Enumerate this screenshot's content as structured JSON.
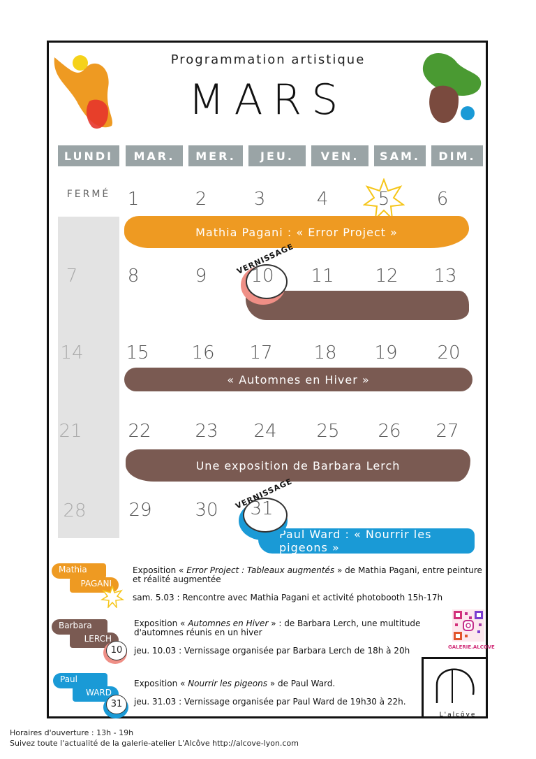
{
  "header": {
    "subtitle": "Programmation artistique",
    "title": "MARS"
  },
  "weekdays": [
    "LUNDI",
    "MAR.",
    "MER.",
    "JEU.",
    "VEN.",
    "SAM.",
    "DIM."
  ],
  "closed_label": "FERMÉ",
  "days": [
    "1",
    "2",
    "3",
    "4",
    "5",
    "6",
    "7",
    "8",
    "9",
    "10",
    "11",
    "12",
    "13",
    "14",
    "15",
    "16",
    "17",
    "18",
    "19",
    "20",
    "21",
    "22",
    "23",
    "24",
    "25",
    "26",
    "27",
    "28",
    "29",
    "30",
    "31"
  ],
  "bands": {
    "pagani": "Mathia Pagani : « Error Project »",
    "automnes": "« Automnes en Hiver »",
    "lerch": "Une exposition de Barbara Lerch",
    "ward": "Paul Ward : « Nourrir les pigeons »"
  },
  "vernissage_label": "VERNISSAGE",
  "events": [
    {
      "artist_first": "Mathia",
      "artist_last": "PAGANI",
      "prefix": "Exposition « ",
      "work": "Error Project : Tableaux augmentés",
      "suffix": " » de Mathia Pagani, entre peinture et réalité augmentée",
      "detail": "sam. 5.03 : Rencontre avec Mathia Pagani et activité photobooth 15h-17h"
    },
    {
      "artist_first": "Barbara",
      "artist_last": "LERCH",
      "prefix": "Exposition « ",
      "work": "Automnes en Hiver",
      "suffix": " » : de Barbara Lerch, une multitude d'automnes réunis en un hiver",
      "detail": "jeu. 10.03 : Vernissage organisée par Barbara Lerch de 18h à 20h",
      "badge": "10"
    },
    {
      "artist_first": "Paul",
      "artist_last": "WARD",
      "prefix": "Exposition « ",
      "work": "Nourrir les pigeons",
      "suffix": " » de Paul Ward.",
      "detail": "jeu. 31.03 : Vernissage organisée par Paul Ward de 19h30 à 22h.",
      "badge": "31"
    }
  ],
  "instagram_label": "GALERIE.ALCOVE",
  "logo_text": "L'alcôve",
  "footer": {
    "hours": "Horaires d'ouverture : 13h - 19h",
    "follow": "Suivez toute l'actualité de la galerie-atelier L'Alcôve http://alcove-lyon.com"
  },
  "colors": {
    "orange": "#ee9a22",
    "brown": "#7a5a52",
    "blue": "#1a9ad6",
    "gray": "#9aa4a6",
    "salmon": "#ef8f86",
    "yellow": "#f5d21a"
  }
}
